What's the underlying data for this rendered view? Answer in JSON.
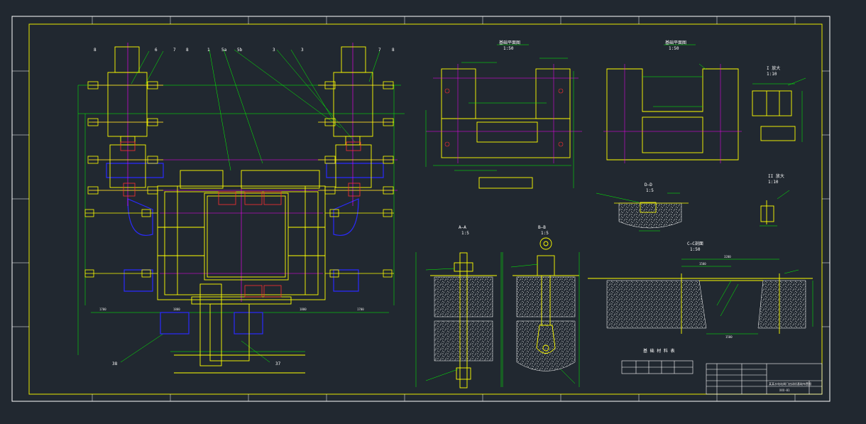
{
  "colors": {
    "background": "#212830",
    "frame": "#ffffff",
    "inner_frame": "#e8e800",
    "structure": "#ffff00",
    "centerline": "#ff00ff",
    "leader": "#00ff00",
    "outline_blue": "#2a2aff",
    "cyan": "#00ffff",
    "red": "#ff3030",
    "concrete": "#ffffff"
  },
  "views": {
    "plan_view": {
      "callouts": [
        "8",
        "6",
        "7",
        "8",
        "1",
        "5a",
        "5b",
        "3",
        "3",
        "7",
        "8"
      ],
      "bottom_callouts": [
        "38",
        "37"
      ],
      "dims": [
        "1700",
        "1800",
        "1800",
        "1700"
      ]
    },
    "foundation_plan": {
      "title": "基础平面图",
      "scale": "1:50"
    },
    "top_plan": {
      "title": "基础平面图",
      "scale": "1:50"
    },
    "detail_i": {
      "title": "I 放大",
      "scale": "1:10"
    },
    "detail_ii": {
      "title": "II 放大",
      "scale": "1:10"
    },
    "section_aa": {
      "title": "A—A",
      "scale": "1:5"
    },
    "section_bb": {
      "title": "B—B",
      "scale": "1:5"
    },
    "section_dd": {
      "title": "D—D",
      "scale": "1:5"
    },
    "section_cc": {
      "title": "C—C剖面",
      "scale": "1:50",
      "dims": [
        "3200",
        "1500",
        "1500"
      ]
    }
  },
  "title_block": {
    "drawing_name": "某某水电站闸门启闭机基础布置图",
    "drawing_no": "XXX-01"
  },
  "materials_table": {
    "title": "基 础 材 料 表"
  }
}
